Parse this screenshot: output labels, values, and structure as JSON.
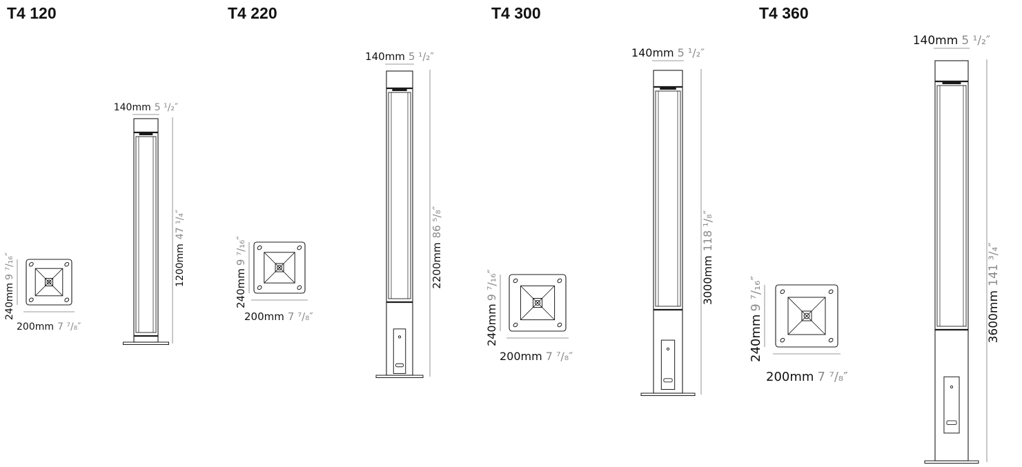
{
  "products": [
    {
      "title": "T4 120",
      "width_mm": "140mm",
      "width_in": "5 ¹/₂″",
      "height_mm": "1200mm",
      "height_in": "47 ¹/₄″",
      "base_height_mm": "240mm",
      "base_height_in": "9 ⁷/₁₆″",
      "base_width_mm": "200mm",
      "base_width_in": "7 ⁷/₈″",
      "has_door": false
    },
    {
      "title": "T4 220",
      "width_mm": "140mm",
      "width_in": "5 ¹/₂″",
      "height_mm": "2200mm",
      "height_in": "86 ⁵/₈″",
      "base_height_mm": "240mm",
      "base_height_in": "9 ⁷/₁₆″",
      "base_width_mm": "200mm",
      "base_width_in": "7 ⁷/₈″",
      "has_door": true
    },
    {
      "title": "T4 300",
      "width_mm": "140mm",
      "width_in": "5 ¹/₂″",
      "height_mm": "3000mm",
      "height_in": "118 ¹/₈″",
      "base_height_mm": "240mm",
      "base_height_in": "9 ⁷/₁₆″",
      "base_width_mm": "200mm",
      "base_width_in": "7 ⁷/₈″",
      "has_door": true
    },
    {
      "title": "T4 360",
      "width_mm": "140mm",
      "width_in": "5 ¹/₂″",
      "height_mm": "3600mm",
      "height_in": "141 ³/₄″",
      "base_height_mm": "240mm",
      "base_height_in": "9 ⁷/₁₆″",
      "base_width_mm": "200mm",
      "base_width_in": "7 ⁷/₈″",
      "has_door": true
    }
  ],
  "colors": {
    "line": "#1a1a1a",
    "text": "#111111",
    "inch_text": "#8a8a8a",
    "dim_line": "#777777"
  }
}
